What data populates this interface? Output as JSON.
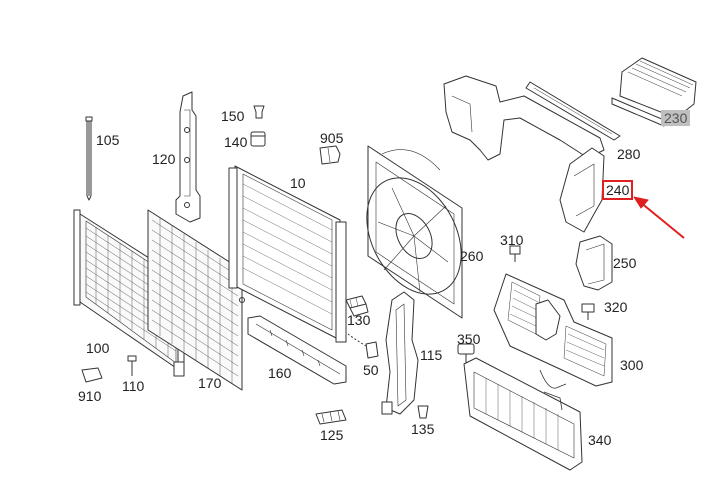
{
  "diagram": {
    "labels": {
      "p10": "10",
      "p50": "50",
      "p100": "100",
      "p105": "105",
      "p110": "110",
      "p115": "115",
      "p120": "120",
      "p125": "125",
      "p130": "130",
      "p135": "135",
      "p140": "140",
      "p150": "150",
      "p160": "160",
      "p170": "170",
      "p230": "230",
      "p240": "240",
      "p250": "250",
      "p260": "260",
      "p280": "280",
      "p300": "300",
      "p310": "310",
      "p320": "320",
      "p340": "340",
      "p350": "350",
      "p905": "905",
      "p910": "910"
    },
    "highlight": {
      "part": "240",
      "color": "#e02020"
    },
    "line_color": "#333333"
  }
}
